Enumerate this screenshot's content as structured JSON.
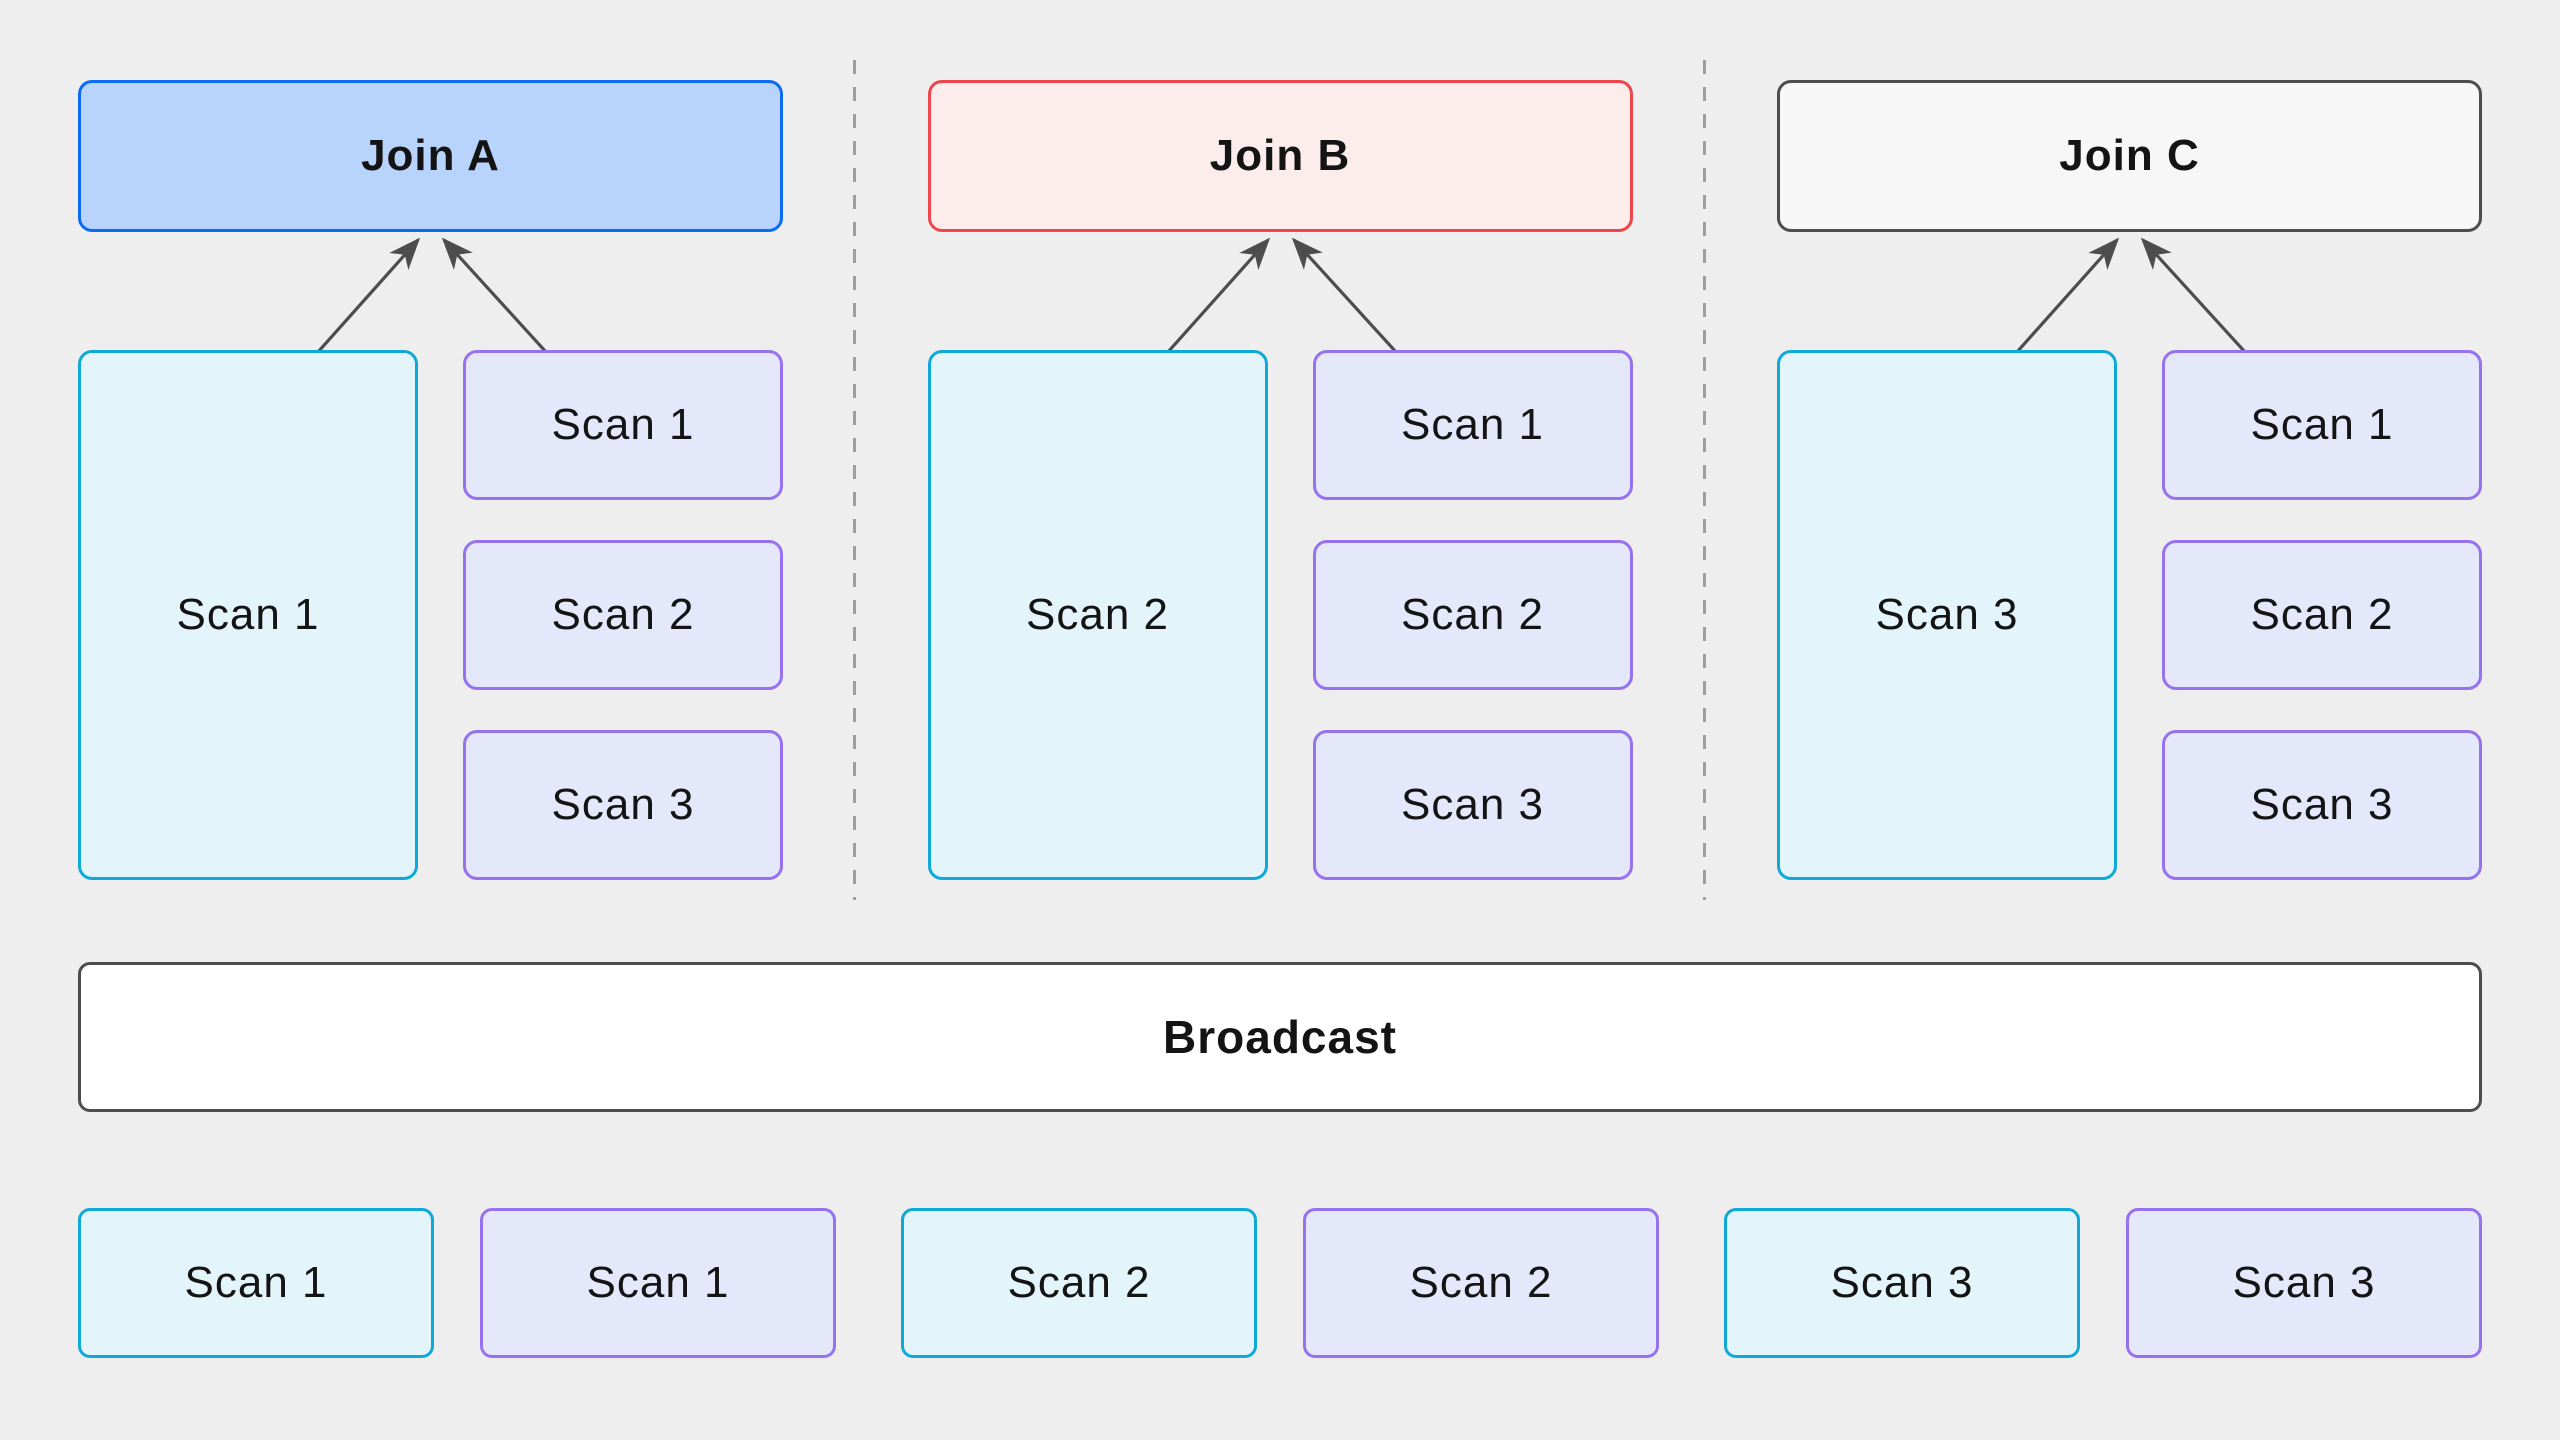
{
  "palette": {
    "background": "#efeeee",
    "node_text": "#141414",
    "arrow": "#4d4d4d",
    "separator_dash": "#9c9ea3",
    "join_a_fill": "#b8d4fc",
    "join_a_border": "#0b6cf3",
    "join_b_fill": "#fdecec",
    "join_b_border": "#ef4649",
    "join_c_fill": "#f7f7f7",
    "join_c_border": "#4d4d4d",
    "scan_cyan_fill": "#e4f4fb",
    "scan_cyan_border": "#0fa9d8",
    "scan_purple_fill": "#e5e7fb",
    "scan_purple_border": "#9672ee",
    "broadcast_fill": "#ffffff",
    "broadcast_border": "#4d4d4d"
  },
  "groups": [
    {
      "join_label": "Join A",
      "big_scan_label": "Scan 1",
      "small_scan_labels": [
        "Scan 1",
        "Scan 2",
        "Scan 3"
      ]
    },
    {
      "join_label": "Join B",
      "big_scan_label": "Scan 2",
      "small_scan_labels": [
        "Scan 1",
        "Scan 2",
        "Scan 3"
      ]
    },
    {
      "join_label": "Join C",
      "big_scan_label": "Scan 3",
      "small_scan_labels": [
        "Scan 1",
        "Scan 2",
        "Scan 3"
      ]
    }
  ],
  "broadcast": {
    "label": "Broadcast"
  },
  "bottom_row": [
    {
      "label": "Scan 1",
      "variant": "cyan"
    },
    {
      "label": "Scan 1",
      "variant": "purple"
    },
    {
      "label": "Scan 2",
      "variant": "cyan"
    },
    {
      "label": "Scan 2",
      "variant": "purple"
    },
    {
      "label": "Scan 3",
      "variant": "cyan"
    },
    {
      "label": "Scan 3",
      "variant": "purple"
    }
  ]
}
